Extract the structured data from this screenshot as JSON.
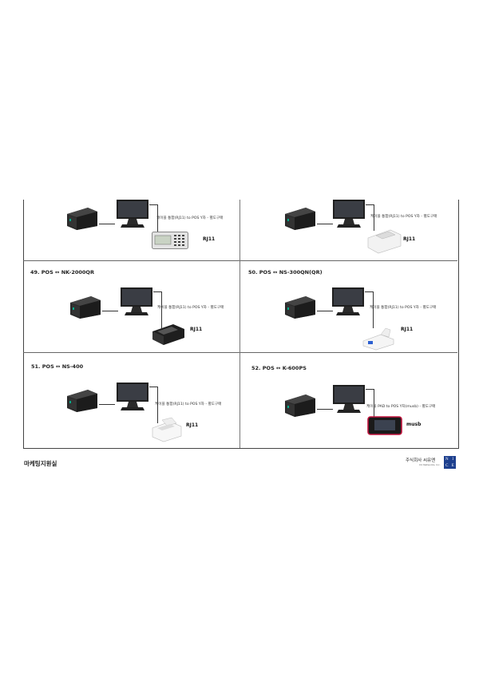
{
  "cells": [
    {
      "title": "",
      "cable": "케이블 통합(RJ11) to POS Y자 - 별도구매",
      "port": "RJ11",
      "device": "nk-2000-terminal-icon"
    },
    {
      "title": "",
      "cable": "케이블 통합(RJ11) to POS Y자 - 별도구매",
      "port": "RJ11",
      "device": "card-terminal-icon"
    },
    {
      "title": "49. POS ↔ NK-2000QR",
      "cable": "케이블 통합(RJ11) to POS Y자 - 별도구매",
      "port": "RJ11",
      "device": "qr-reader-icon"
    },
    {
      "title": "50. POS ↔ NS-300QN(QR)",
      "cable": "케이블 통합(RJ11) to POS Y자 - 별도구매",
      "port": "RJ11",
      "device": "qr-stand-icon"
    },
    {
      "title": "51. POS ↔ NS-400",
      "cable": "케이블 통합(RJ11) to POS Y자 - 별도구매",
      "port": "RJ11",
      "device": "ns400-terminal-icon"
    },
    {
      "title": "52. POS ↔ K-600PS",
      "cable": "케이블 PAD to POS Y자(musb) - 별도구매",
      "port": "musb",
      "device": "sign-pad-icon"
    }
  ],
  "footer": {
    "department": "마케팅지원실",
    "company": "주식회사 씨유엔",
    "company_sub": "CU Networks, Inc.",
    "logo_letters": [
      "N",
      "I",
      "C",
      "E"
    ]
  },
  "colors": {
    "border": "#444444",
    "logo": "#1d3f8e",
    "device_dark": "#222222"
  }
}
